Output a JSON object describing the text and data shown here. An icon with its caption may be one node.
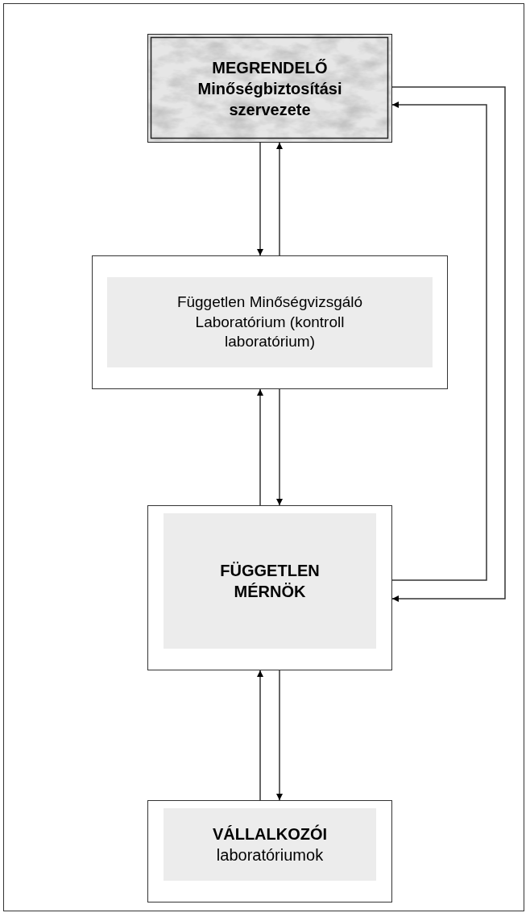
{
  "diagram": {
    "nodes": [
      {
        "text": [
          "MEGRENDELŐ",
          "Minőségbiztosítási szervezete"
        ]
      },
      {
        "text": [
          "Független Minőségvizsgáló Laboratórium (kontroll laboratórium)"
        ]
      },
      {
        "text": [
          "FÜGGETLEN MÉRNÖK"
        ]
      },
      {
        "text": [
          "VÁLLALKOZÓI",
          "laboratóriumok"
        ]
      }
    ],
    "edges": [
      {
        "from": 0,
        "to": 1,
        "arrow": "to"
      },
      {
        "from": 1,
        "to": 0,
        "arrow": "to"
      },
      {
        "from": 2,
        "to": 1,
        "arrow": "to"
      },
      {
        "from": 1,
        "to": 2,
        "arrow": "to"
      },
      {
        "from": 3,
        "to": 2,
        "arrow": "to"
      },
      {
        "from": 2,
        "to": 3,
        "arrow": "to"
      },
      {
        "from": 0,
        "to": 2,
        "arrow": "to"
      },
      {
        "from": 2,
        "to": 0,
        "arrow": "to"
      }
    ]
  }
}
